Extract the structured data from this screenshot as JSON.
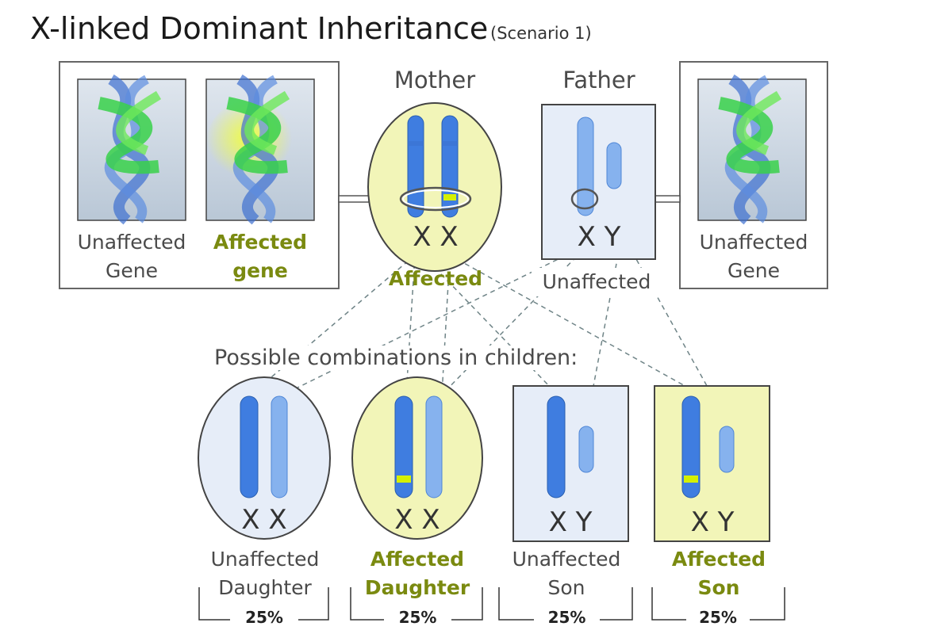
{
  "title": "X-linked Dominant Inheritance",
  "subtitle": "(Scenario 1)",
  "gene_panel_left": {
    "unaffected_label": [
      "Unaffected",
      "Gene"
    ],
    "affected_label": [
      "Affected",
      "gene"
    ]
  },
  "gene_panel_right": {
    "unaffected_label": [
      "Unaffected",
      "Gene"
    ]
  },
  "mother": {
    "title": "Mother",
    "chromosomes": "X X",
    "status": "Affected"
  },
  "father": {
    "title": "Father",
    "chromosomes": "X Y",
    "status": "Unaffected"
  },
  "children_heading": "Possible combinations in children:",
  "children": [
    {
      "chromosomes": "X X",
      "label": [
        "Unaffected",
        "Daughter"
      ],
      "percent": "25%"
    },
    {
      "chromosomes": "X X",
      "label": [
        "Affected",
        "Daughter"
      ],
      "percent": "25%"
    },
    {
      "chromosomes": "X Y",
      "label": [
        "Unaffected",
        "Son"
      ],
      "percent": "25%"
    },
    {
      "chromosomes": "X Y",
      "label": [
        "Affected",
        "Son"
      ],
      "percent": "25%"
    }
  ],
  "colors": {
    "affected_fill": "#f2f5b8",
    "unaffected_fill": "#e6edf8",
    "dark_chromosome": "#3f7de0",
    "light_chromosome": "#86b2ee",
    "mutation_mark": "#d4f000",
    "affected_text": "#7a8a10"
  }
}
